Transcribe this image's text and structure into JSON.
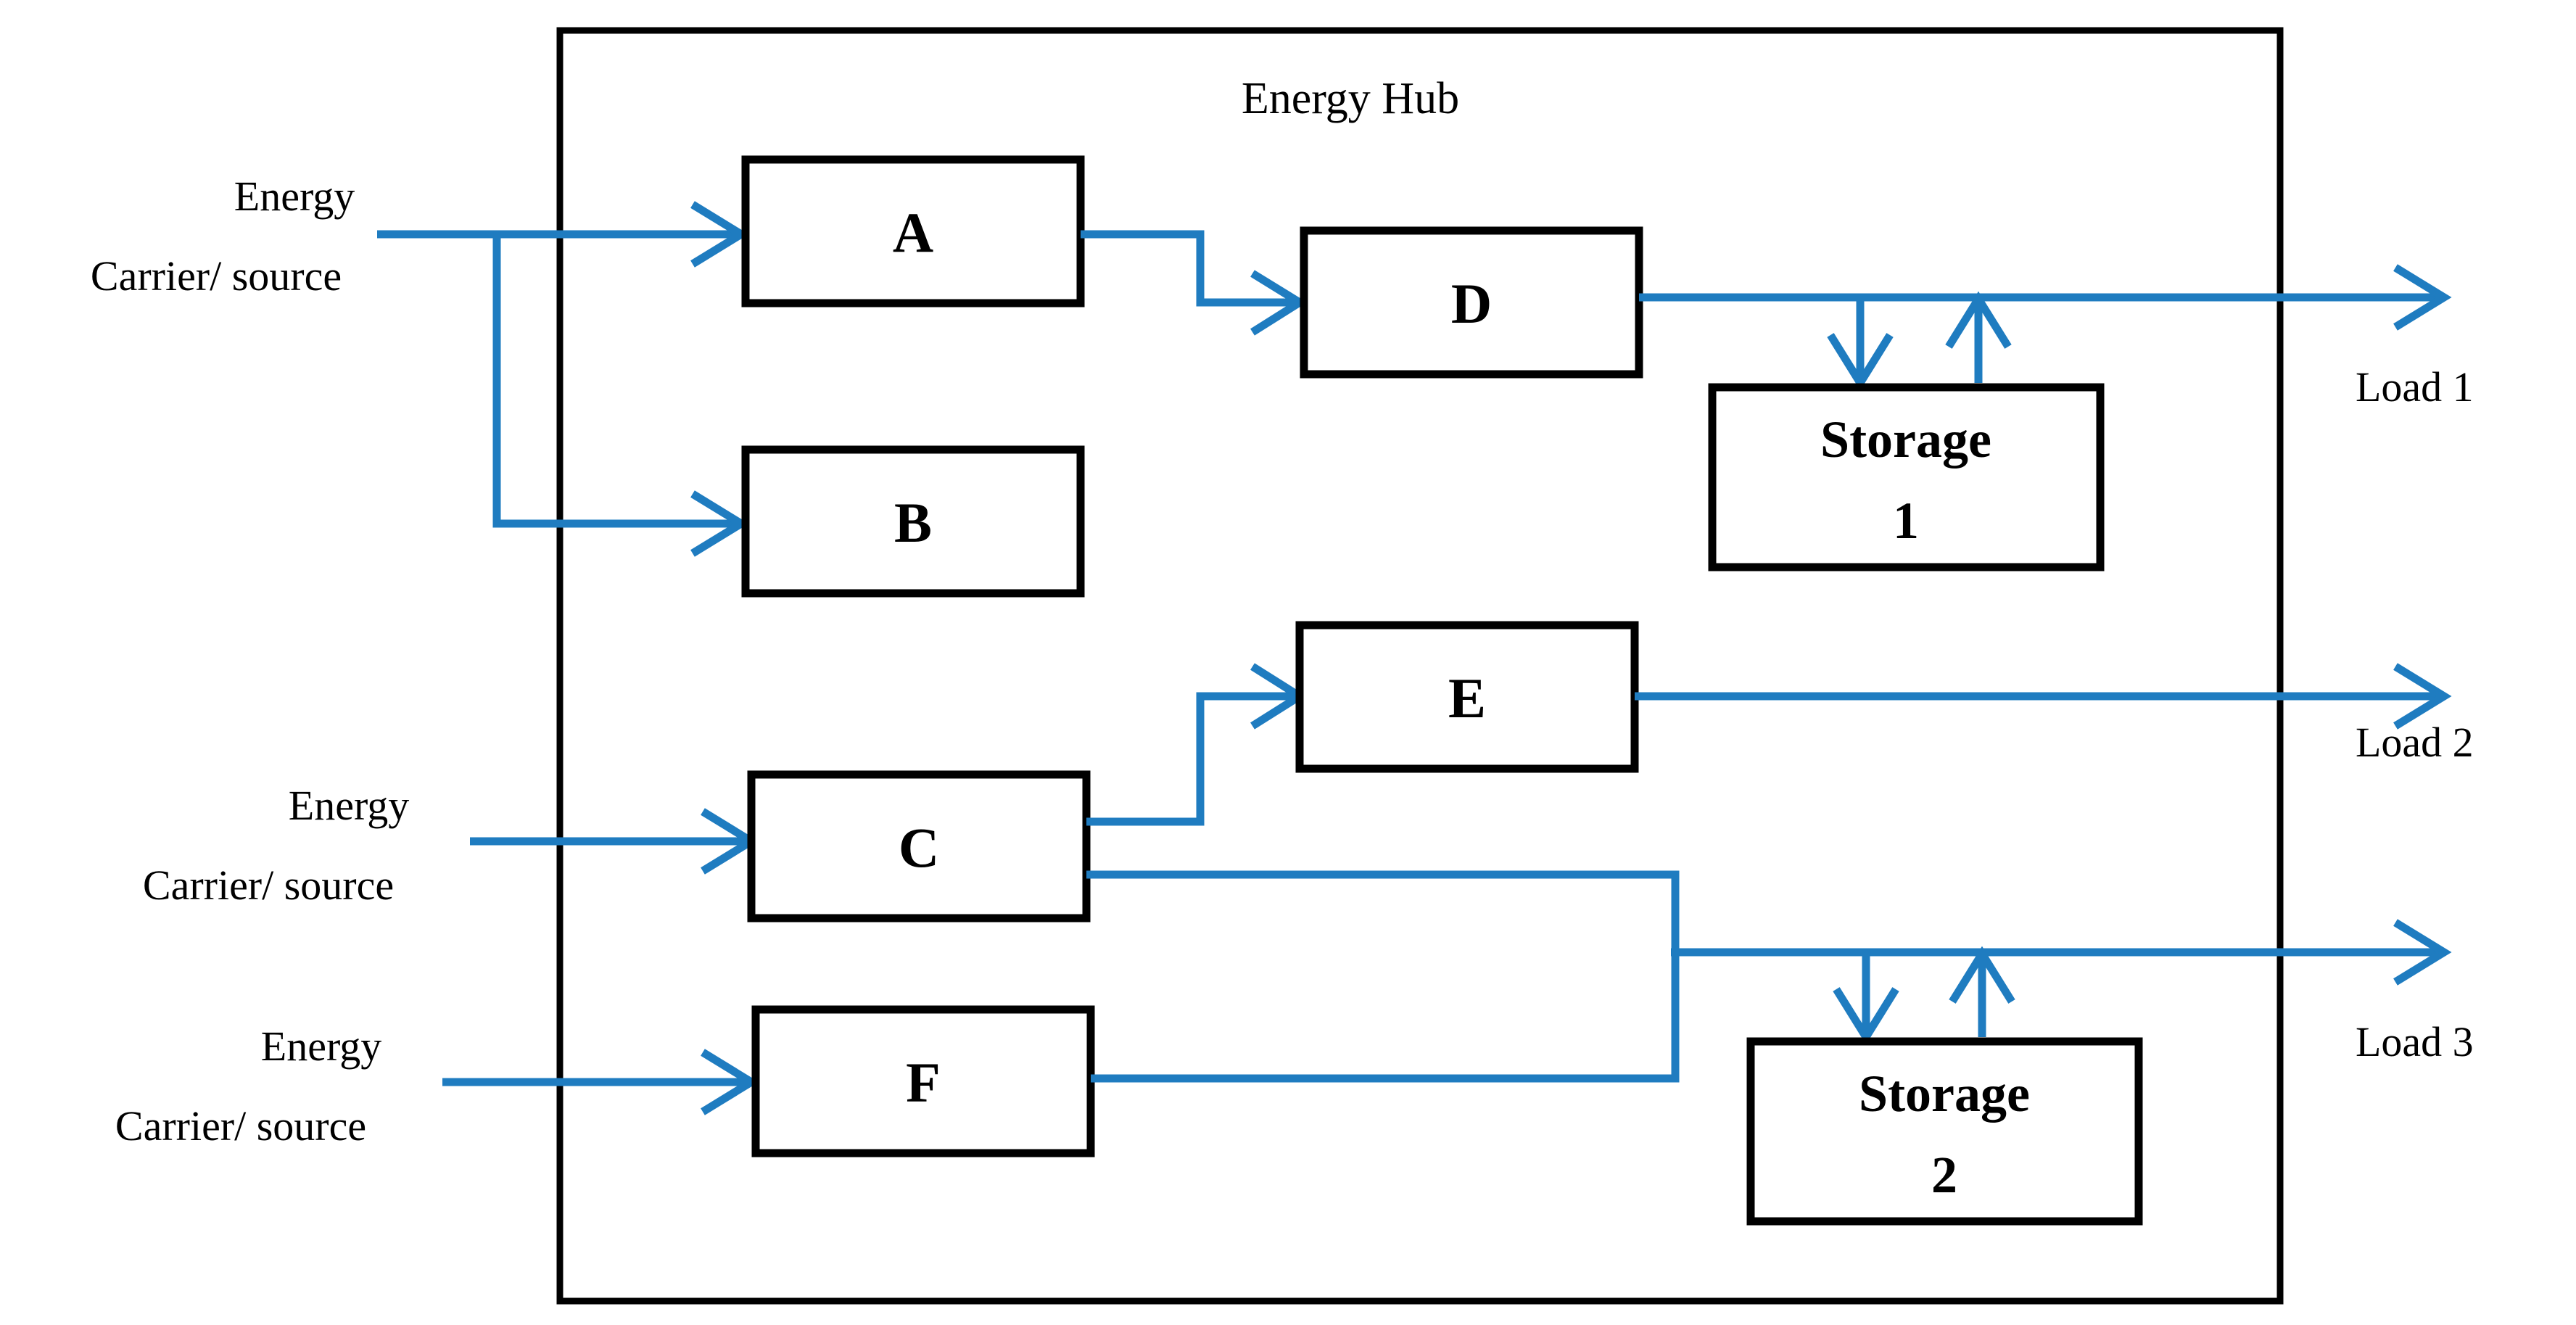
{
  "diagram": {
    "title": "Energy Hub",
    "accent_color": "#1f7cc0",
    "outline_color": "#000000",
    "background_color": "#ffffff",
    "units": [
      {
        "id": "A",
        "label": "A"
      },
      {
        "id": "B",
        "label": "B"
      },
      {
        "id": "C",
        "label": "C"
      },
      {
        "id": "D",
        "label": "D"
      },
      {
        "id": "E",
        "label": "E"
      },
      {
        "id": "F",
        "label": "F"
      }
    ],
    "storages": [
      {
        "id": "storage1",
        "line1": "Storage",
        "line2": "1"
      },
      {
        "id": "storage2",
        "line1": "Storage",
        "line2": "2"
      }
    ],
    "sources": [
      {
        "id": "source1",
        "line1": "Energy",
        "line2": "Carrier/ source"
      },
      {
        "id": "source2",
        "line1": "Energy",
        "line2": "Carrier/ source"
      },
      {
        "id": "source3",
        "line1": "Energy",
        "line2": "Carrier/ source"
      }
    ],
    "loads": [
      {
        "id": "load1",
        "label": "Load 1"
      },
      {
        "id": "load2",
        "label": "Load 2"
      },
      {
        "id": "load3",
        "label": "Load 3"
      }
    ],
    "connections": [
      {
        "from": "source1",
        "to": "A"
      },
      {
        "from": "source1",
        "to": "B"
      },
      {
        "from": "A",
        "to": "D"
      },
      {
        "from": "D",
        "to": "load1"
      },
      {
        "from": "load1_bus",
        "to": "storage1"
      },
      {
        "from": "storage1",
        "to": "load1_bus"
      },
      {
        "from": "source2",
        "to": "C"
      },
      {
        "from": "C",
        "to": "E"
      },
      {
        "from": "E",
        "to": "load2"
      },
      {
        "from": "C",
        "to": "load3"
      },
      {
        "from": "source3",
        "to": "F"
      },
      {
        "from": "F",
        "to": "load3"
      },
      {
        "from": "load3_bus",
        "to": "storage2"
      },
      {
        "from": "storage2",
        "to": "load3_bus"
      }
    ]
  }
}
